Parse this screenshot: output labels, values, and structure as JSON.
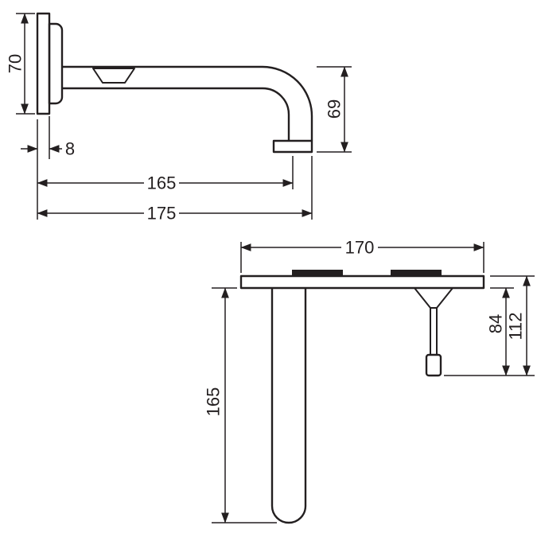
{
  "colors": {
    "line": "#231f20",
    "background": "#ffffff"
  },
  "side_view": {
    "dim_plate_height": "70",
    "dim_plate_depth": "8",
    "dim_spout_drop": "69",
    "dim_spout_reach": "165",
    "dim_total_reach": "175"
  },
  "plan_view": {
    "dim_plate_width": "170",
    "dim_spout_length": "165",
    "dim_handle_depth": "84",
    "dim_total_depth": "112"
  }
}
